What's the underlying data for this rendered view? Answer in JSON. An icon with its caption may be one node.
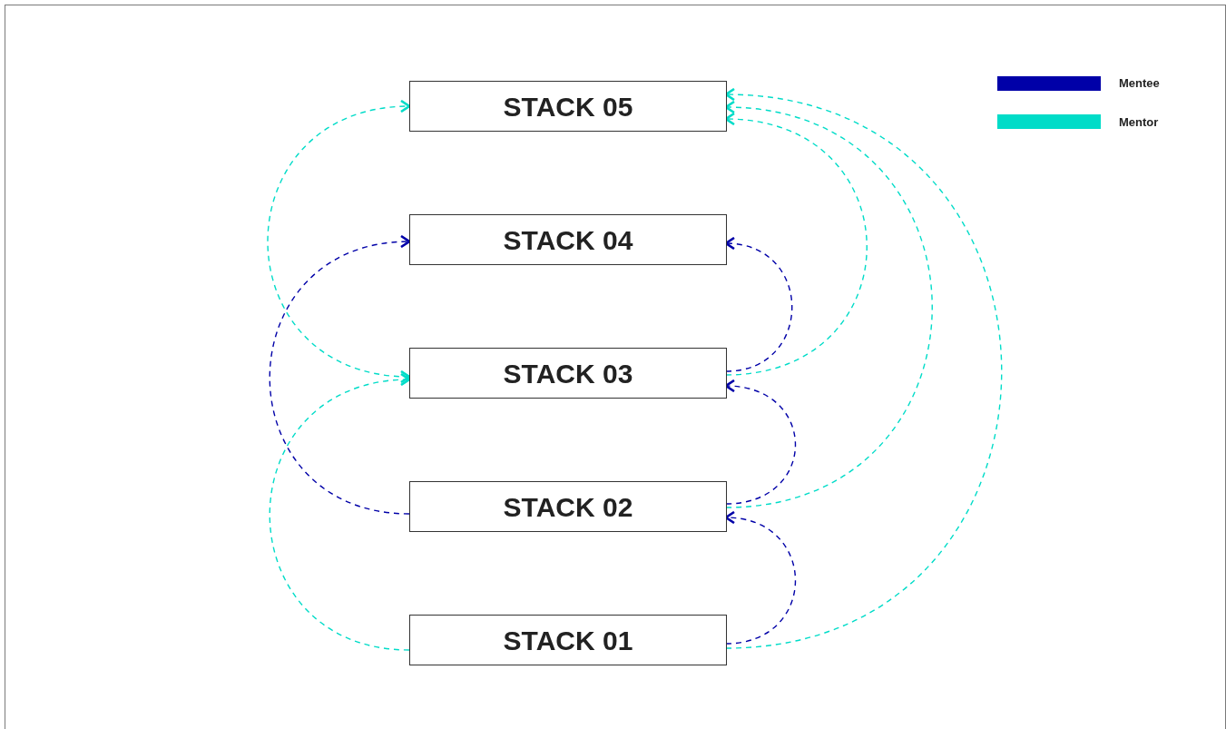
{
  "diagram": {
    "nodes": [
      {
        "text": [
          "STACK 05"
        ]
      },
      {
        "text": [
          "STACK 04"
        ]
      },
      {
        "text": [
          "STACK 03"
        ]
      },
      {
        "text": [
          "STACK 02"
        ]
      },
      {
        "text": [
          "STACK 01"
        ]
      }
    ],
    "edges": [
      {
        "from": 2,
        "to": 0,
        "arrow": "both",
        "style": "dashed"
      },
      {
        "from": 4,
        "to": 2,
        "arrow": "to",
        "style": "dashed"
      },
      {
        "from": 3,
        "to": 1,
        "arrow": "to",
        "style": "dashed",
        "color": "#0000a8"
      },
      {
        "from": 2,
        "to": 1,
        "arrow": "to",
        "style": "dashed",
        "color": "#0000a8"
      },
      {
        "from": 2,
        "to": 0,
        "arrow": "to",
        "style": "dashed"
      },
      {
        "from": 3,
        "to": 2,
        "arrow": "to",
        "style": "dashed",
        "color": "#0000a8"
      },
      {
        "from": 3,
        "to": 0,
        "arrow": "to",
        "style": "dashed"
      },
      {
        "from": 4,
        "to": 3,
        "arrow": "to",
        "style": "dashed",
        "color": "#0000a8"
      },
      {
        "from": 4,
        "to": 0,
        "arrow": "to",
        "style": "dashed"
      }
    ],
    "legend": [
      {
        "text": "Mentee",
        "color": "#0000a8"
      },
      {
        "text": "Mentor",
        "color": "#00dcc8"
      }
    ]
  }
}
